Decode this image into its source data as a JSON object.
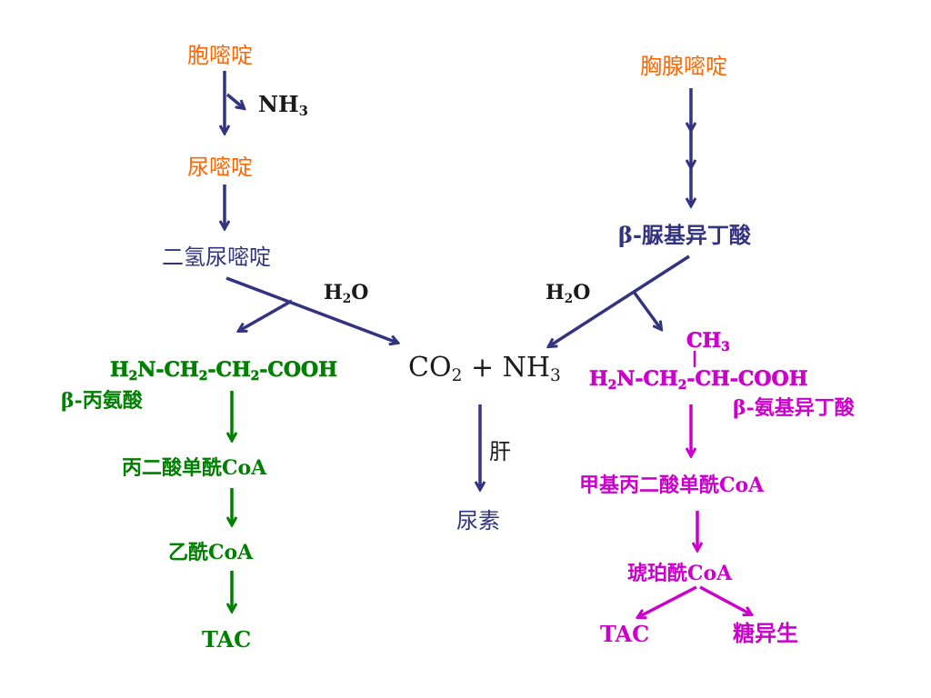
{
  "colors": {
    "orange": "#FF6600",
    "navy": "#333380",
    "green": "#008000",
    "magenta": "#CC00CC"
  },
  "left": {
    "cytosine": "胞嘧啶",
    "nh3_release": "NH",
    "nh3_sub": "3",
    "uracil": "尿嘧啶",
    "dihydrouracil": "二氢尿嘧啶",
    "water": "H",
    "water_sub": "2",
    "water_o": "O",
    "beta_alanine_formula": {
      "p1": "H",
      "s1": "2",
      "p2": "N-CH",
      "s2": "2",
      "p3": "-CH",
      "s3": "2",
      "p4": "-COOH"
    },
    "beta_alanine_name": "β-丙氨酸",
    "malonyl_semialdehyde_coa": "丙二酸单酰CoA",
    "acetyl_coa": "乙酰CoA",
    "tac": "TAC"
  },
  "center": {
    "co2": "CO",
    "co2_sub": "2",
    "plus_nh3": " + NH",
    "nh3_sub": "3",
    "liver": "肝",
    "urea": "尿素"
  },
  "right": {
    "thymine": "胸腺嘧啶",
    "beta_ureidoisobutyrate": "β-脲基异丁酸",
    "water": "H",
    "water_sub": "2",
    "water_o": "O",
    "methyl_group": "CH",
    "methyl_sub": "3",
    "beta_aminoisobutyrate_formula": {
      "p1": "H",
      "s1": "2",
      "p2": "N-CH",
      "s2": "2",
      "p3": "-CH-COOH"
    },
    "beta_aminoisobutyrate_name": "β-氨基异丁酸",
    "methylmalonyl_coa": "甲基丙二酸单酰CoA",
    "succinyl_coa": "琥珀酰CoA",
    "tac": "TAC",
    "gluconeogenesis": "糖异生"
  }
}
